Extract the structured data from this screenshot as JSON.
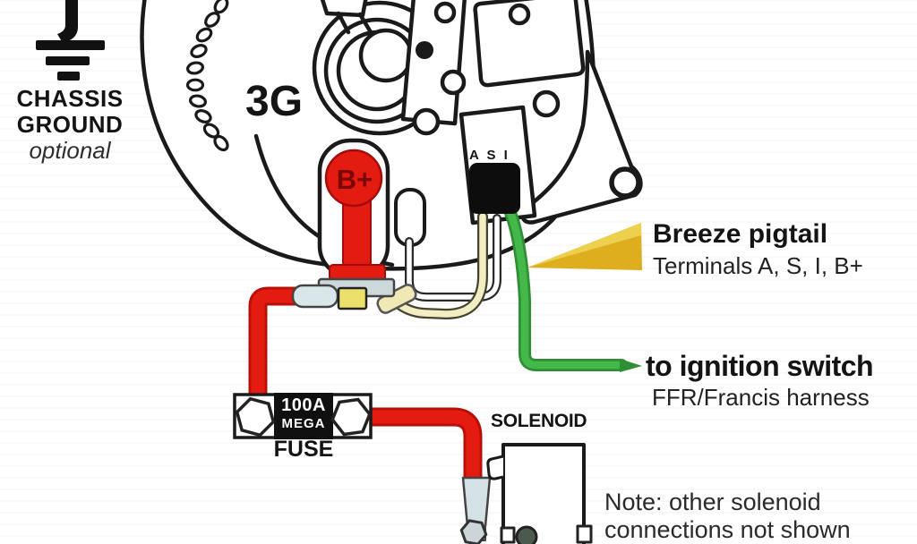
{
  "diagram": {
    "title_implicit": "Ford 3G alternator wiring diagram",
    "chassis_ground": {
      "line1": "CHASSIS",
      "line2": "GROUND",
      "line3": "optional"
    },
    "alternator": {
      "model": "3G",
      "bplus_terminal": "B+",
      "plug_terminals": "A S I"
    },
    "breeze": {
      "title": "Breeze pigtail",
      "subtitle": "Terminals A, S, I, B+"
    },
    "ignition": {
      "title": "to ignition switch",
      "subtitle": "FFR/Francis harness"
    },
    "fuse": {
      "amps": "100A",
      "type": "MEGA",
      "label": "FUSE"
    },
    "solenoid": {
      "label": "SOLENOID"
    },
    "note": {
      "line1": "Note: other solenoid",
      "line2": "connections not shown"
    },
    "colors": {
      "battery_cable_red": "#e31b10",
      "ignition_wire_green": "#45b84c",
      "pigtail_arrow_gold": "#dfae1e",
      "pigtail_wire_cream": "#f3edc3",
      "terminal_lug_gray": "#d8e8ea",
      "line_art_black": "#1a1a1a"
    }
  }
}
